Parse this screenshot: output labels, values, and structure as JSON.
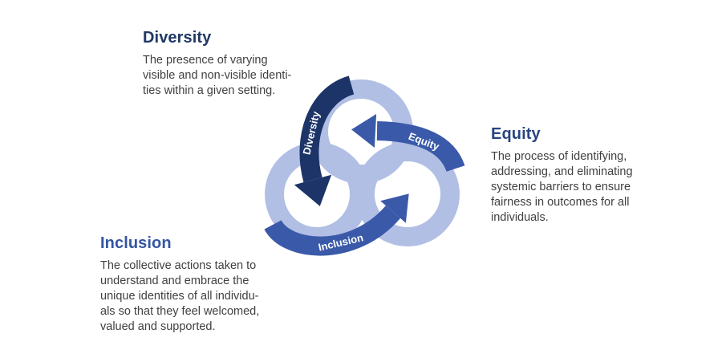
{
  "page": {
    "background": "#ffffff"
  },
  "blocks": {
    "diversity": {
      "title": "Diversity",
      "body": "The presence of varying\nvisible and non-visible identi-\nties within a given setting."
    },
    "equity": {
      "title": "Equity",
      "body": "The process of identifying,\naddressing, and eliminating\nsystemic barriers to ensure\nfairness in outcomes for all\nindividuals."
    },
    "inclusion": {
      "title": "Inclusion",
      "body": "The collective actions taken to\nunderstand and embrace the\nunique identities of all individu-\nals so that they feel welcomed,\nvalued and supported."
    }
  },
  "knot": {
    "labels": {
      "diversity": "Diversity",
      "equity": "Equity",
      "inclusion": "Inclusion"
    },
    "colors": {
      "ring": "#b1bfe4",
      "arrow_mid": "#3a5aa9",
      "arrow_dark": "#1d3468",
      "label_text": "#ffffff"
    }
  },
  "colors": {
    "diversity_heading": "#1f3864",
    "equity_heading": "#27457f",
    "inclusion_heading": "#3455a4",
    "body_text": "#404040"
  }
}
